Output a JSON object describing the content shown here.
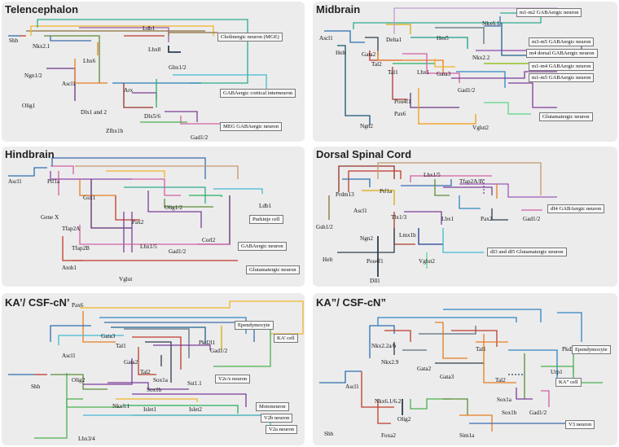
{
  "colors": {
    "panel_bg": "#ececec",
    "cell_box_bg": "#f7f7f7",
    "cell_box_border": "#777777"
  },
  "panels": {
    "telencephalon": {
      "title": "Telencephalon",
      "genes": [
        "Shh",
        "Nkx2.1",
        "Ldb1",
        "Lhx6",
        "Lhx8",
        "Gbx1/2",
        "Ngn1/2",
        "Ascl1",
        "Arx",
        "Olig1",
        "Dlx1 and 2",
        "Dlx5/6",
        "Zfhx1b",
        "Gad1/2"
      ],
      "cells": [
        "Cholinergic neuron (MGE)",
        "GABAergic cortical interneuron",
        "MEG GABAergic neuron"
      ]
    },
    "midbrain": {
      "title": "Midbrain",
      "genes": [
        "Ascl1",
        "Helt",
        "Delta1",
        "Hes5",
        "Nkx6.1",
        "Gata2",
        "Tal2",
        "Tal1",
        "Lhx1",
        "Gata3",
        "Nkx2.2",
        "Gad1/2",
        "Pou4f1",
        "Pax6",
        "Ngn2",
        "Vglut2"
      ],
      "cells": [
        "m1-m2 GABAergic neuron",
        "m3-m5 GABAergic neuron",
        "m4 dorsal GABAergic neuron",
        "m1-m4 GABAergic neuron",
        "m1-m5 GABAergic neuron",
        "Glutamatergic neuron"
      ]
    },
    "hindbrain": {
      "title": "Hindbrain",
      "genes": [
        "Ascl1",
        "Ptf1a",
        "Gsx1",
        "Gene X",
        "Tfap2A",
        "Tfap2B",
        "Pax2",
        "Olig1/2",
        "Ldb1",
        "Corl2",
        "Lhx1/5",
        "Gad1/2",
        "Atoh1",
        "Vglut"
      ],
      "cells": [
        "Purkinje cell",
        "GABAergic neuron",
        "Glutamatergic neuron"
      ]
    },
    "dorsal_spinal_cord": {
      "title": "Dorsal Spinal Cord",
      "genes": [
        "Prdm13",
        "Ptf1a",
        "Lhx1/5",
        "Tfap2A/B",
        "Ascl1",
        "Tlx1/3",
        "Lbx1",
        "Pax2",
        "Gad1/2",
        "Gsh1/2",
        "Ngn2",
        "Lmx1b",
        "Helt",
        "Vglut2",
        "Pou4f1",
        "Dll1"
      ],
      "cells": [
        "dI4 GABAergic neuron",
        "dI3 and dI5 Glutamatergic neuron"
      ]
    },
    "ka_prime": {
      "title": "KA’/ CSF-cN’",
      "genes": [
        "Pax6",
        "Gata3",
        "Tal1",
        "Ascl1",
        "Gata2",
        "Tal2",
        "Pkd2l1",
        "Gad1/2",
        "Shh",
        "Olig2",
        "Sox1a",
        "Sst1.1",
        "Sox1b",
        "Nkx6.1",
        "Islet1",
        "Islet2",
        "Lhx3/4"
      ],
      "cells": [
        "Ependymocyte",
        "KA’ cell",
        "V2c/s neuron",
        "Motoneuron",
        "V2b neuron",
        "V2a neuron"
      ]
    },
    "ka_double_prime": {
      "title": "KA”/ CSF-cN”",
      "genes": [
        "Nkx2.2a/b",
        "Tal1",
        "Nkx2.9",
        "Gata2",
        "Ascl1",
        "Gata3",
        "Tal2",
        "Pkd2l1",
        "Urp1",
        "Sox1a",
        "Sox1b",
        "Gad1/2",
        "Nkx6.1/6.2",
        "Shh",
        "Olig2",
        "Foxa2",
        "Sim1a"
      ],
      "cells": [
        "Ependymocyte",
        "KA” cell",
        "V3 neuron"
      ]
    }
  }
}
